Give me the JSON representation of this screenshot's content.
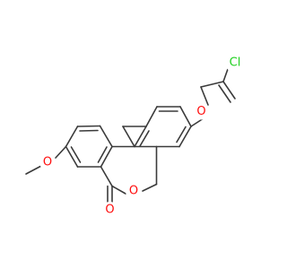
{
  "molecule": {
    "bond_color": "#3a3a3a",
    "atoms": [
      {
        "id": "O_carbonyl",
        "label": "O",
        "color": "#ff0d0d"
      },
      {
        "id": "O_ring",
        "label": "O",
        "color": "#ff0d0d"
      },
      {
        "id": "O_ether",
        "label": "O",
        "color": "#ff0d0d"
      },
      {
        "id": "O_methoxy",
        "label": "O",
        "color": "#ff0d0d"
      },
      {
        "id": "Cl",
        "label": "Cl",
        "color": "#1fd01f"
      }
    ]
  }
}
